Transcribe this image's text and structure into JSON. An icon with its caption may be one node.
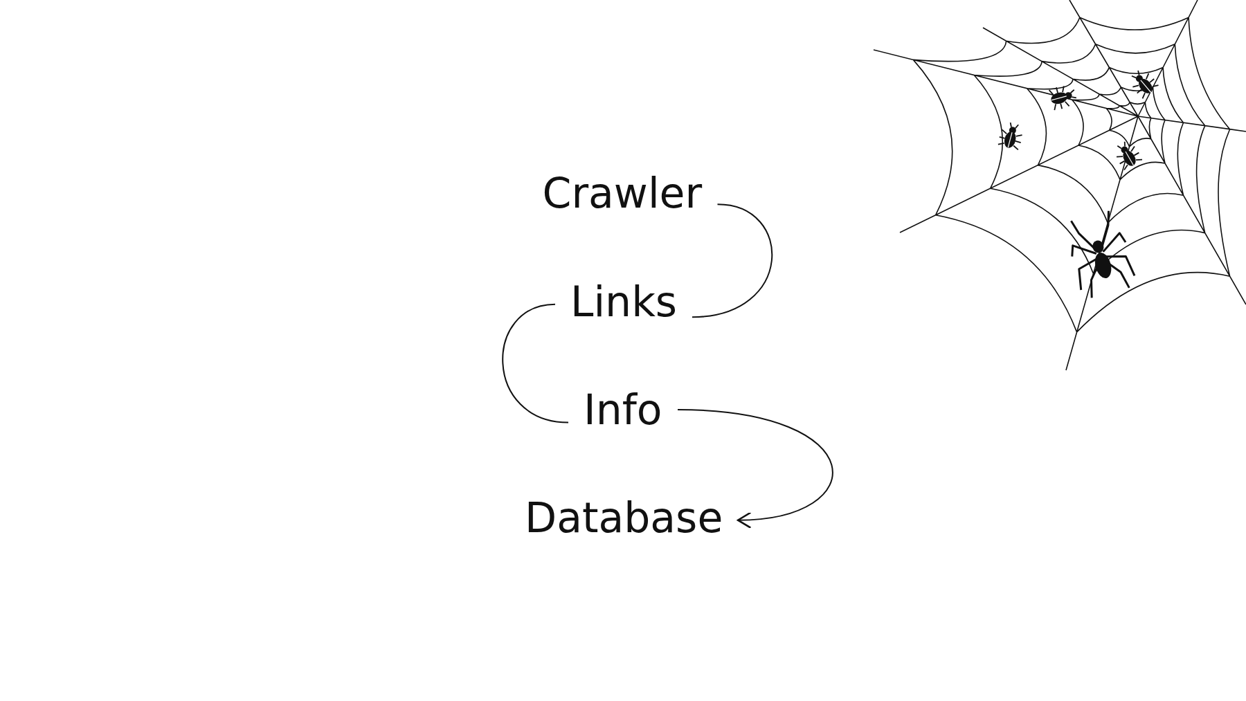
{
  "diagram": {
    "nodes": [
      {
        "text": [
          "Crawler"
        ]
      },
      {
        "text": [
          "Links"
        ]
      },
      {
        "text": [
          "Info"
        ]
      },
      {
        "text": [
          "Database"
        ]
      }
    ],
    "edges": [
      {
        "from": 0,
        "to": 1,
        "arrow": "none"
      },
      {
        "from": 1,
        "to": 2,
        "arrow": "none"
      },
      {
        "from": 2,
        "to": 3,
        "arrow": "to"
      }
    ]
  }
}
